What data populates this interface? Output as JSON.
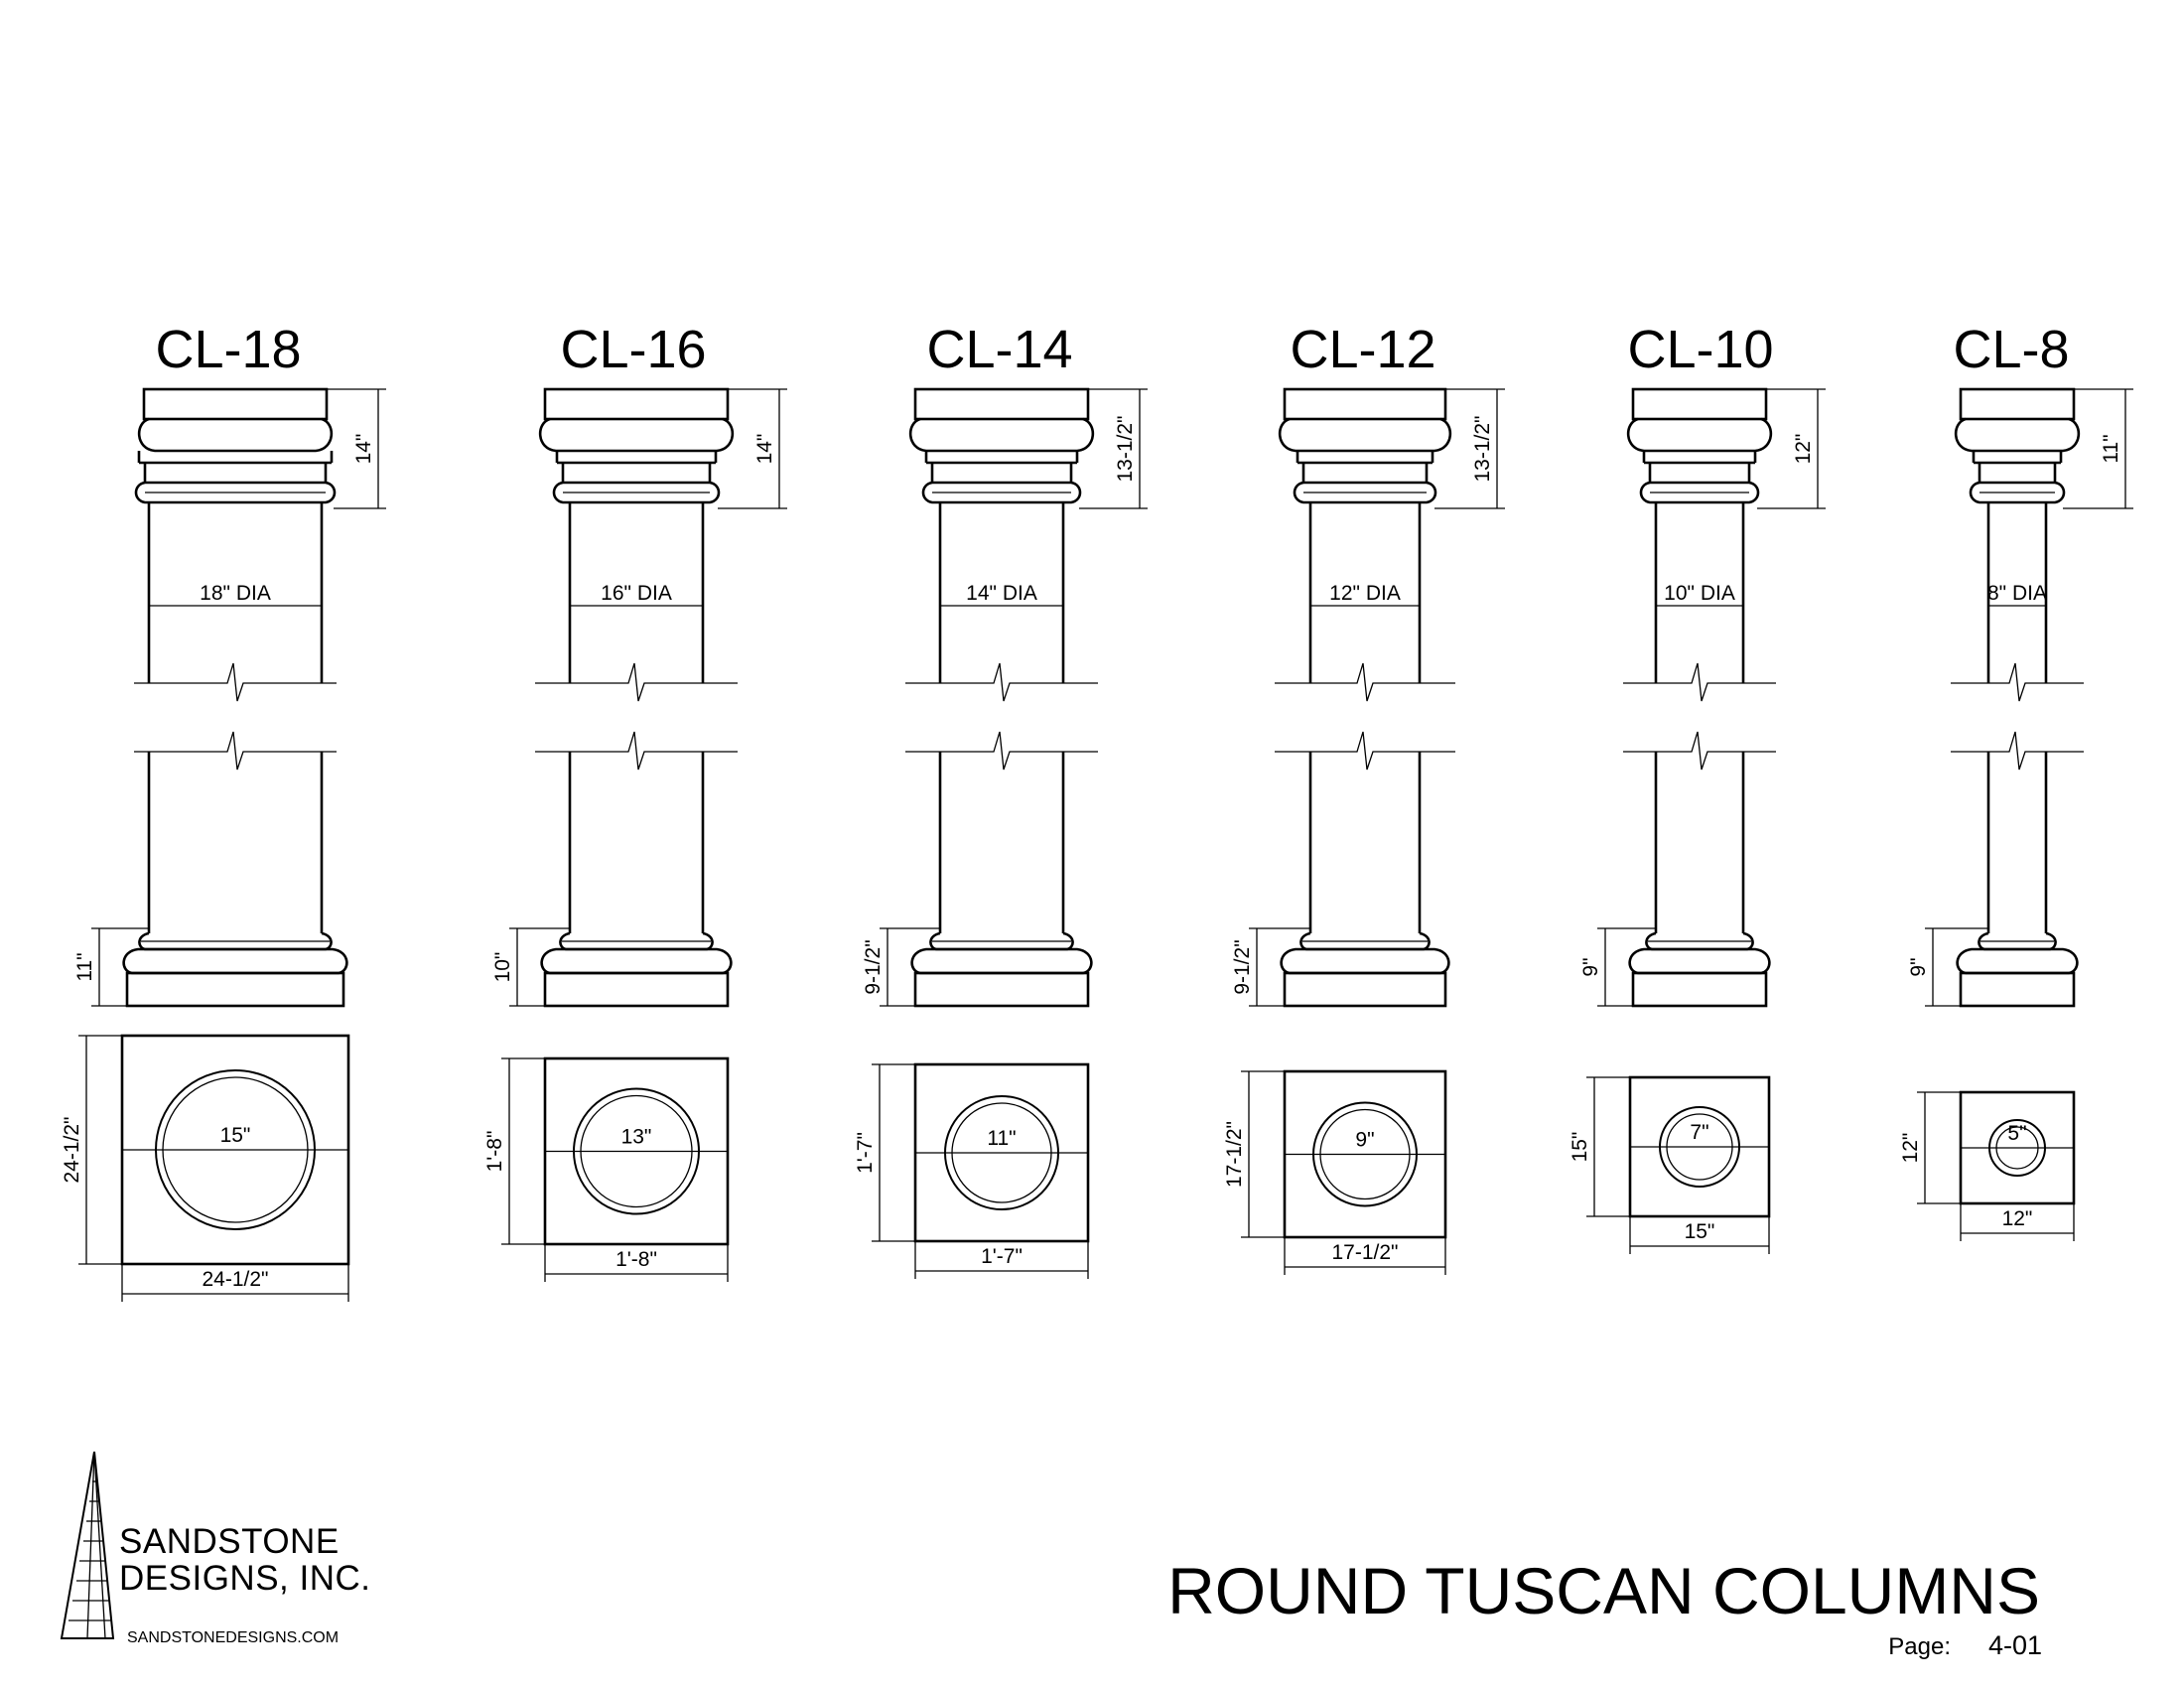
{
  "columns": [
    {
      "id": "cl-18",
      "name": "CL-18",
      "cap_h": "14\"",
      "dia": "18\" DIA",
      "base_h": "11\"",
      "plinth_h": "24-1/2\"",
      "plinth_w": "24-1/2\"",
      "circle_dia": "15\""
    },
    {
      "id": "cl-16",
      "name": "CL-16",
      "cap_h": "14\"",
      "dia": "16\" DIA",
      "base_h": "10\"",
      "plinth_h": "1'-8\"",
      "plinth_w": "1'-8\"",
      "circle_dia": "13\""
    },
    {
      "id": "cl-14",
      "name": "CL-14",
      "cap_h": "13-1/2\"",
      "dia": "14\" DIA",
      "base_h": "9-1/2\"",
      "plinth_h": "1'-7\"",
      "plinth_w": "1'-7\"",
      "circle_dia": "11\""
    },
    {
      "id": "cl-12",
      "name": "CL-12",
      "cap_h": "13-1/2\"",
      "dia": "12\" DIA",
      "base_h": "9-1/2\"",
      "plinth_h": "17-1/2\"",
      "plinth_w": "17-1/2\"",
      "circle_dia": "9\""
    },
    {
      "id": "cl-10",
      "name": "CL-10",
      "cap_h": "12\"",
      "dia": "10\" DIA",
      "base_h": "9\"",
      "plinth_h": "15\"",
      "plinth_w": "15\"",
      "circle_dia": "7\""
    },
    {
      "id": "cl-8",
      "name": "CL-8",
      "cap_h": "11\"",
      "dia": "8\" DIA",
      "base_h": "9\"",
      "plinth_h": "12\"",
      "plinth_w": "12\"",
      "circle_dia": "5\""
    }
  ],
  "company": {
    "line1": "SANDSTONE",
    "line2": "DESIGNS, INC.",
    "website": "SANDSTONEDESIGNS.COM"
  },
  "title": "ROUND TUSCAN COLUMNS",
  "page_label": "Page:",
  "page_number": "4-01"
}
